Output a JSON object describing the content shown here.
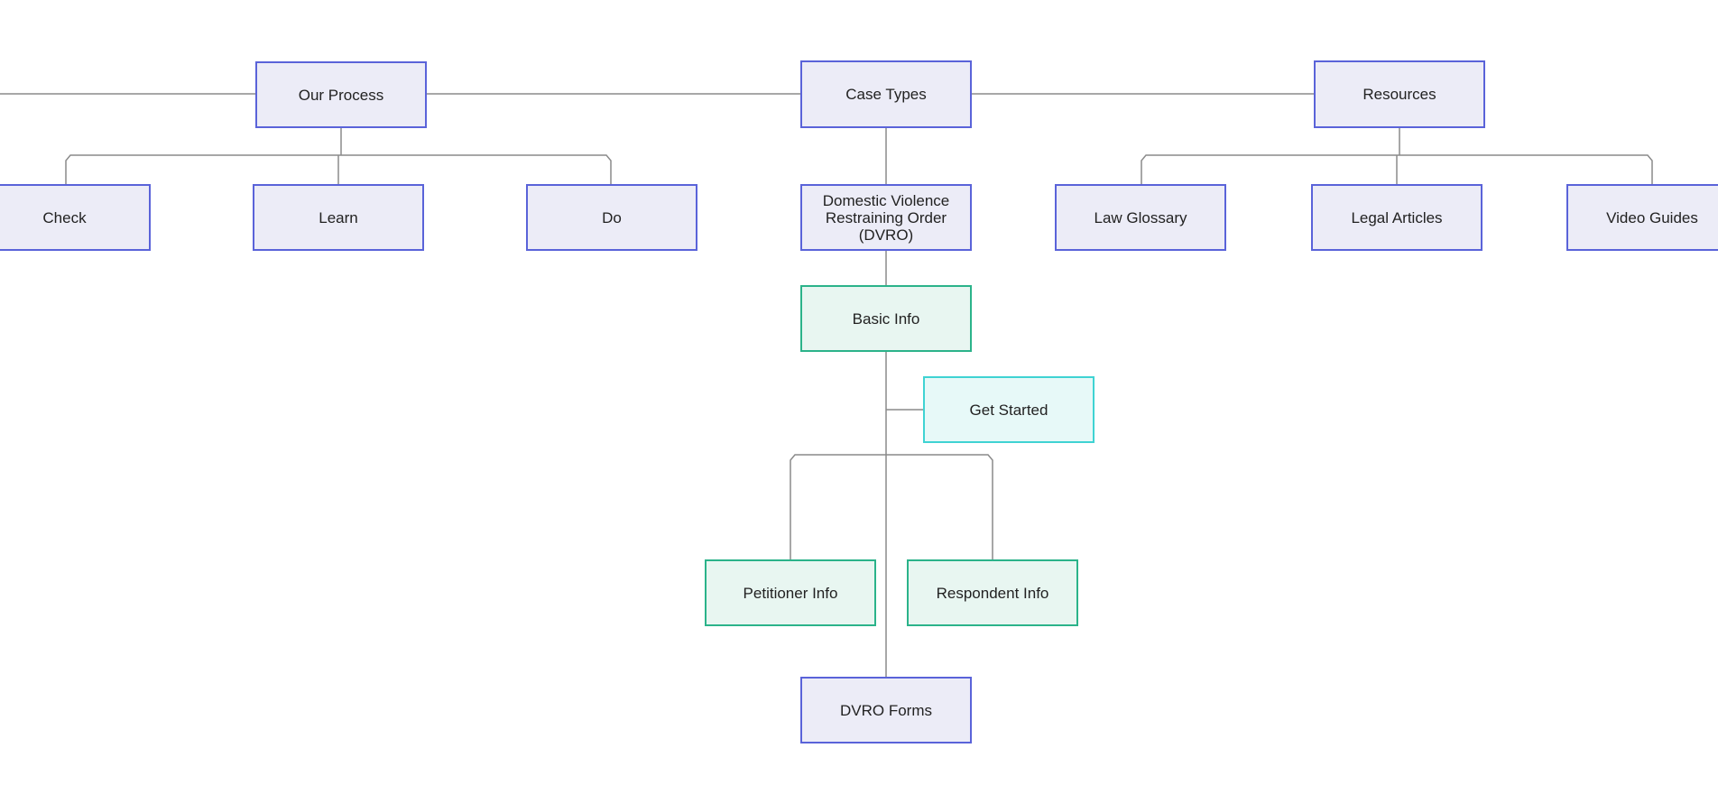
{
  "sitemap": {
    "top": {
      "our_process": "Our Process",
      "case_types": "Case Types",
      "resources": "Resources"
    },
    "our_process_children": {
      "check": "Check",
      "learn": "Learn",
      "do": "Do"
    },
    "case_types_children": {
      "dvro": "Domestic Violence Restraining Order (DVRO)",
      "basic_info": "Basic Info",
      "get_started": "Get Started",
      "petitioner_info": "Petitioner Info",
      "respondent_info": "Respondent Info",
      "dvro_forms": "DVRO Forms"
    },
    "resources_children": {
      "law_glossary": "Law Glossary",
      "legal_articles": "Legal Articles",
      "video_guides": "Video Guides"
    }
  },
  "colors": {
    "primary_fill": "#ececf7",
    "primary_border": "#5a63d9",
    "section_fill": "#e8f6f1",
    "section_border": "#2bb38a",
    "start_fill": "#e7f9f8",
    "start_border": "#3fd3d3",
    "connector": "#888888"
  }
}
